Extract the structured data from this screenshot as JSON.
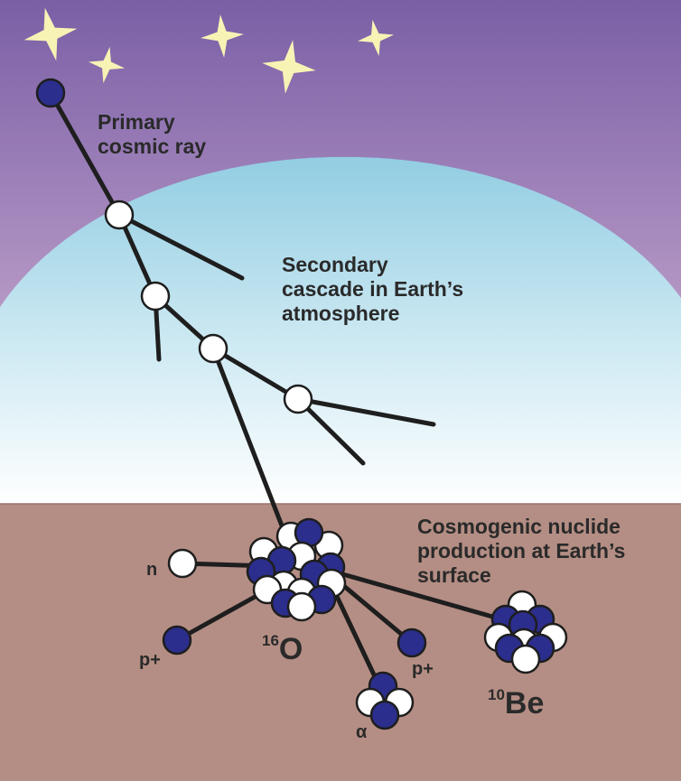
{
  "captions": {
    "primary": "Primary\ncosmic ray",
    "secondary": "Secondary\ncascade in Earth’s\natmosphere",
    "cosmogenic": "Cosmogenic nuclide\nproduction at Earth’s\nsurface"
  },
  "particles": {
    "neutron": "n",
    "proton_left": "p+",
    "proton_right": "p+",
    "alpha": "α"
  },
  "isotopes": {
    "oxygen": {
      "mass": "16",
      "symbol": "O"
    },
    "beryllium": {
      "mass": "10",
      "symbol": "Be"
    }
  },
  "colors": {
    "sky_top": "#7a5fa6",
    "sky_bottom": "#d9b9d8",
    "atmosphere_top": "#95cfe3",
    "atmosphere_bottom": "#ffffff",
    "ground": "#b48e84",
    "star": "#f7f3b5",
    "proton": "#2b2e8c",
    "neutron": "#ffffff",
    "line": "#1e1e1e"
  }
}
